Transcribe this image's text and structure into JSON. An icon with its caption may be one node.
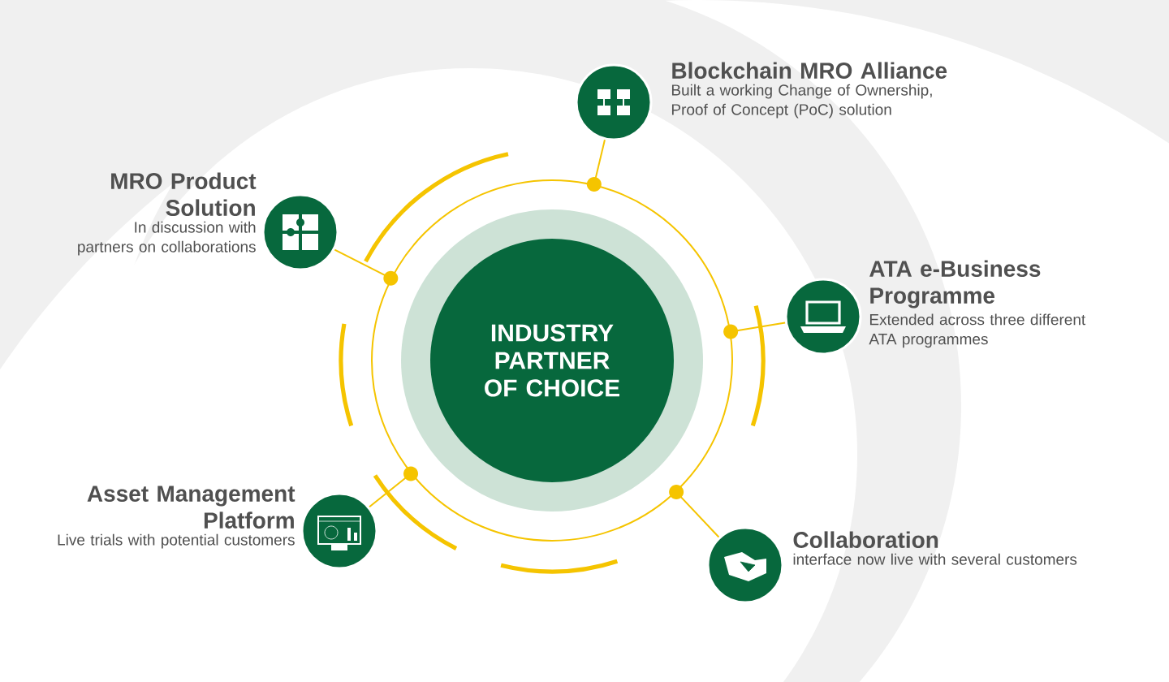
{
  "diagram": {
    "nodes": [
      {
        "text": [],
        "shape": "circle"
      },
      {
        "text": [
          "INDUSTRY PARTNER OF CHOICE"
        ],
        "in": 0
      },
      {
        "text": [
          "Blockchain MRO Alliance",
          "Built a working Change of Ownership, Proof of Concept (PoC) solution"
        ]
      },
      {
        "text": [
          "MRO Product Solution",
          "In discussion with partners on collaborations"
        ]
      },
      {
        "text": [
          "ATA e-Business Programme",
          "Extended across three different ATA programmes"
        ]
      },
      {
        "text": [
          "Asset Management Platform",
          "Live trials with potential customers"
        ]
      },
      {
        "text": [
          "Collaboration",
          "interface now live with several customers"
        ]
      }
    ],
    "edges": [
      {
        "from": 0,
        "to": 2,
        "arrow": "other"
      },
      {
        "from": 0,
        "to": 3,
        "arrow": "other"
      },
      {
        "from": 0,
        "to": 4,
        "arrow": "other"
      },
      {
        "from": 0,
        "to": 5,
        "arrow": "other"
      },
      {
        "from": 0,
        "to": 6,
        "arrow": "other"
      }
    ]
  }
}
